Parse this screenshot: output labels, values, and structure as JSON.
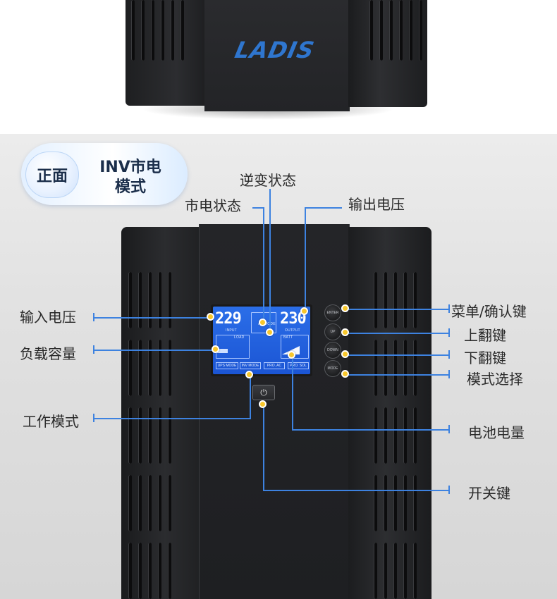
{
  "brand": {
    "logo_text": "LADIS",
    "accent_color": "#2f76cf"
  },
  "badge": {
    "left_text": "正面",
    "right_line1": "INV市电",
    "right_line2": "模式"
  },
  "lcd": {
    "input_value": "229",
    "output_value": "230",
    "input_label": "INPUT",
    "output_label": "OUTPUT",
    "load_label": "LOAD",
    "batt_label": "BATT",
    "ac_label": "AC MODE",
    "modes": [
      "UPS MODE",
      "INV MODE",
      "PRO. AC",
      "PRO. SOL"
    ]
  },
  "buttons": {
    "enter": "ENTER",
    "up": "UP",
    "down": "DOWN",
    "mode": "MODE",
    "power": "⏻"
  },
  "annotations": {
    "inverter_status": "逆变状态",
    "mains_status": "市电状态",
    "output_voltage": "输出电压",
    "input_voltage": "输入电压",
    "load_capacity": "负载容量",
    "work_mode": "工作模式",
    "menu_confirm": "菜单/确认键",
    "page_up": "上翻键",
    "page_down": "下翻键",
    "mode_select": "模式选择",
    "battery_level": "电池电量",
    "power_switch": "开关键"
  },
  "colors": {
    "annotation_line": "#3d82e0",
    "dot": "#f8c72c",
    "lcd_blue": "#2b6ee8"
  },
  "lcd_load_level": 0.35,
  "lcd_battery_level": 0.7
}
